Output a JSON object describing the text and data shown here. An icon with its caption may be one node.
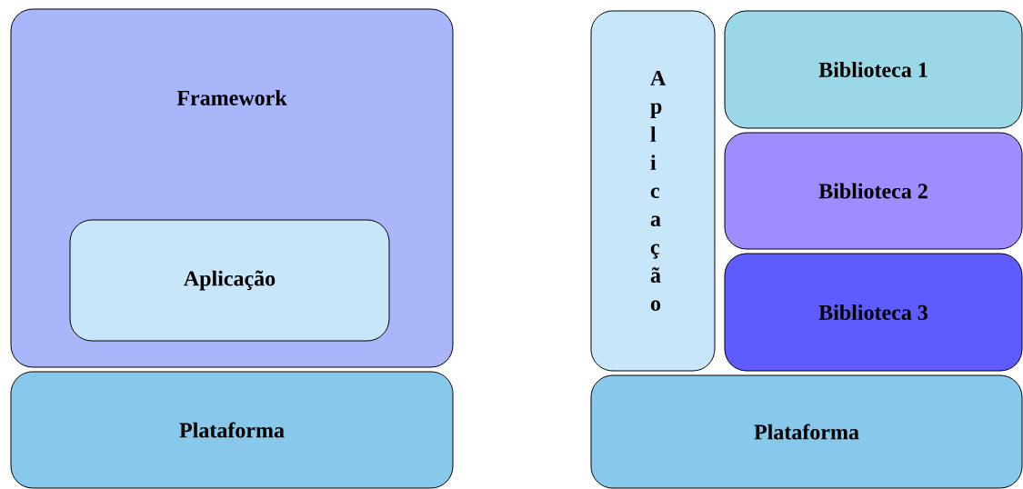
{
  "diagram": {
    "nodes": [
      {
        "text": [
          "Framework"
        ]
      },
      {
        "text": [
          "Aplicação"
        ],
        "in": 0
      },
      {
        "text": [
          "Plataforma"
        ]
      },
      {
        "text": [
          "Aplicação"
        ]
      },
      {
        "text": [
          "Biblioteca 1"
        ]
      },
      {
        "text": [
          "Biblioteca 2"
        ]
      },
      {
        "text": [
          "Biblioteca 3"
        ]
      },
      {
        "text": [
          "Plataforma"
        ]
      }
    ]
  }
}
